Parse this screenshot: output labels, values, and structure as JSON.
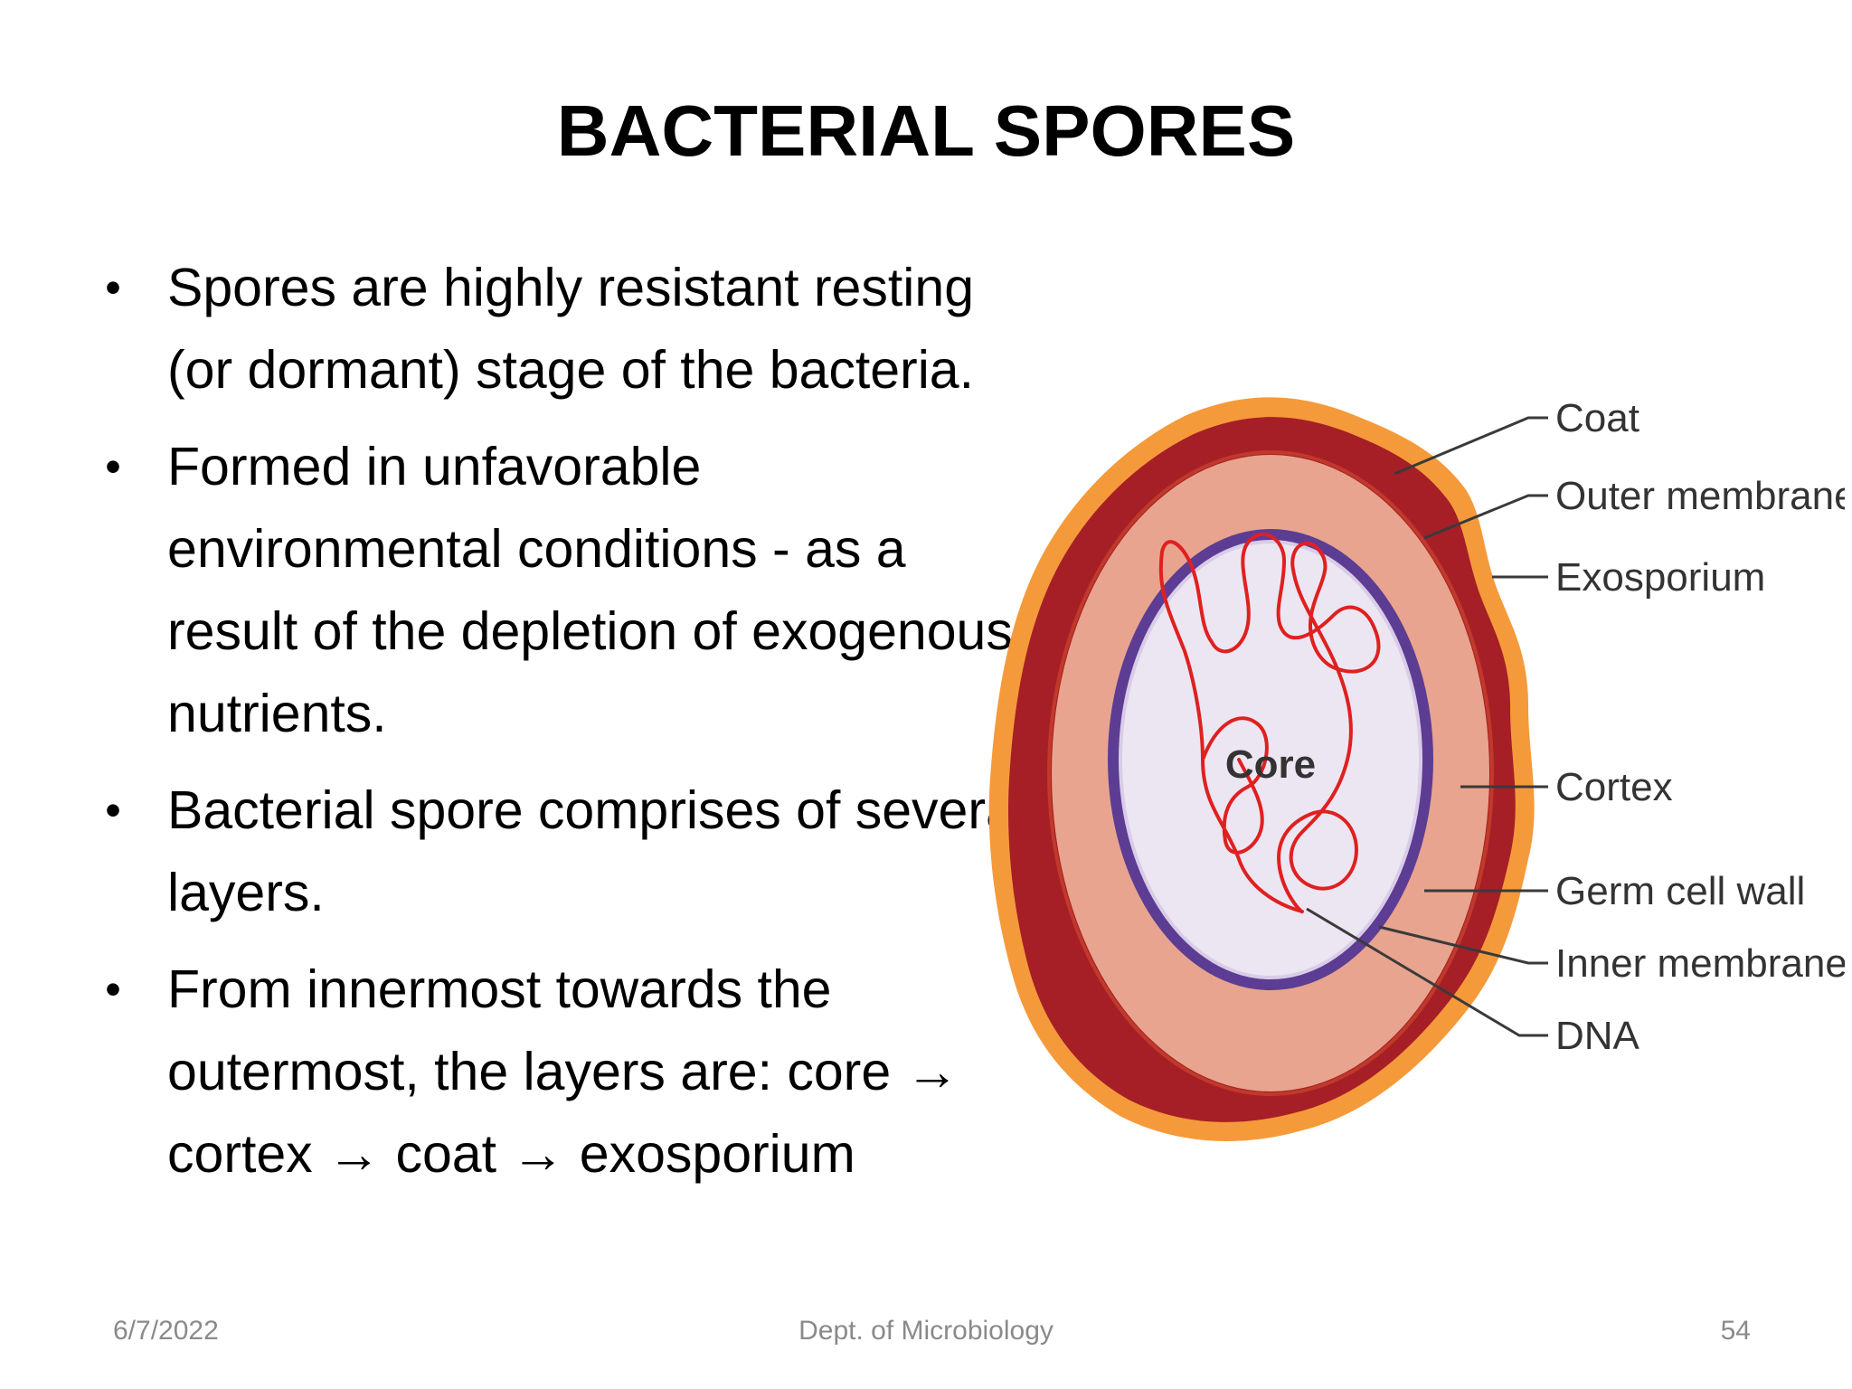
{
  "slide": {
    "title": "BACTERIAL SPORES",
    "bullets": [
      "Spores are highly resistant resting (or dormant) stage of the bacteria.",
      "Formed in unfavorable environmental conditions - as a result of the depletion of exogenous nutrients.",
      "Bacterial spore comprises of several layers.",
      "From innermost towards the outermost, the layers are: core → cortex → coat → exosporium"
    ]
  },
  "diagram": {
    "core_label": "Core",
    "labels": {
      "coat": "Coat",
      "outer_membrane": "Outer membrane",
      "exosporium": "Exosporium",
      "cortex": "Cortex",
      "germ_cell_wall": "Germ cell wall",
      "inner_membrane": "Inner membrane",
      "dna": "DNA"
    },
    "colors": {
      "exosporium": "#f59a3a",
      "coat": "#a61f26",
      "cortex": "#e8a48f",
      "germ_cell_wall": "#5c3d93",
      "core": "#ece6f2",
      "dna": "#e02020",
      "leader_lines": "#3a3a3a"
    }
  },
  "footer": {
    "date": "6/7/2022",
    "department": "Dept. of Microbiology",
    "page": "54"
  }
}
